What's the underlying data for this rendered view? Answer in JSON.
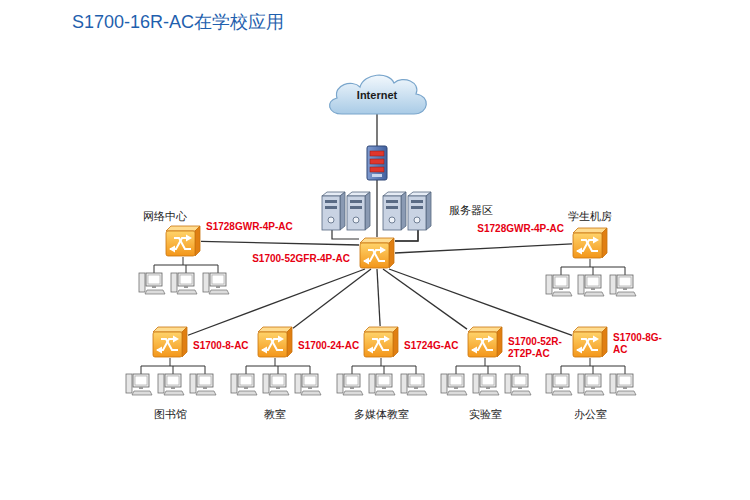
{
  "diagram": {
    "title": "S1700-16R-AC在学校应用",
    "nodes": [
      {
        "text": [
          "Internet"
        ]
      },
      {
        "text": [
          "服务器区"
        ]
      },
      {
        "text": [
          "S1700-52GFR-4P-AC"
        ]
      },
      {
        "text": [
          "S1728GWR-4P-AC"
        ]
      },
      {
        "text": [
          "S1728GWR-4P-AC"
        ]
      },
      {
        "text": [
          "S1700-8-AC"
        ]
      },
      {
        "text": [
          "S1700-24-AC"
        ]
      },
      {
        "text": [
          "S1724G-AC"
        ]
      },
      {
        "text": [
          "S1700-52R-2T2P-AC"
        ]
      },
      {
        "text": [
          "S1700-8G-AC"
        ]
      }
    ],
    "edges": [
      {
        "from": 0,
        "to": 2,
        "arrow": "none"
      },
      {
        "from": 1,
        "to": 2,
        "arrow": "none"
      },
      {
        "from": 2,
        "to": 3,
        "arrow": "none"
      },
      {
        "from": 2,
        "to": 4,
        "arrow": "none"
      },
      {
        "from": 2,
        "to": 5,
        "arrow": "none"
      },
      {
        "from": 2,
        "to": 6,
        "arrow": "none"
      },
      {
        "from": 2,
        "to": 7,
        "arrow": "none"
      },
      {
        "from": 2,
        "to": 8,
        "arrow": "none"
      },
      {
        "from": 2,
        "to": 9,
        "arrow": "none"
      }
    ],
    "labels": [
      "网络中心",
      "学生机房",
      "图书馆",
      "教室",
      "多媒体教室",
      "实验室",
      "办公室"
    ]
  }
}
